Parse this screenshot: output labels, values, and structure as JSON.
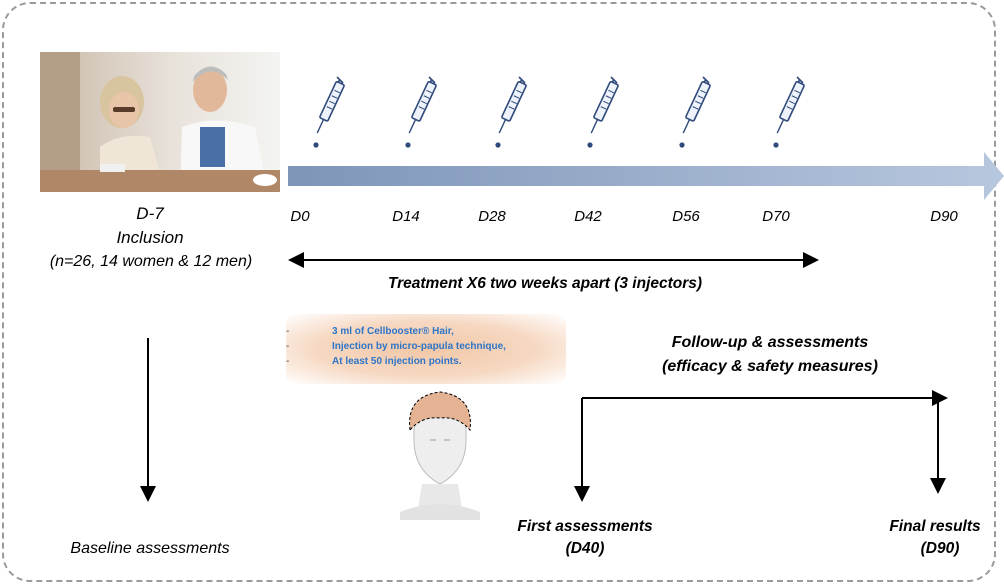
{
  "inclusion": {
    "day": "D-7",
    "title": "Inclusion",
    "population": "(n=26, 14 women & 12 men)"
  },
  "timeline": {
    "days": [
      "D0",
      "D14",
      "D28",
      "D42",
      "D56",
      "D70",
      "D90"
    ],
    "injection_count": 6,
    "bar_color": "#8fa6c8"
  },
  "treatment_label": "Treatment X6 two weeks apart (3 injectors)",
  "protocol": {
    "items": [
      "3 ml of Cellbooster® Hair,",
      "Injection by micro-papula technique,",
      "At least 50 injection points."
    ],
    "text_color": "#2e75c8",
    "bullet": "-"
  },
  "followup": {
    "line1": "Follow-up & assessments",
    "line2": "(efficacy & safety measures)"
  },
  "baseline_label": "Baseline assessments",
  "first_assessment": {
    "line1": "First assessments",
    "line2": "(D40)"
  },
  "final_results": {
    "line1": "Final results",
    "line2": "(D90)"
  }
}
